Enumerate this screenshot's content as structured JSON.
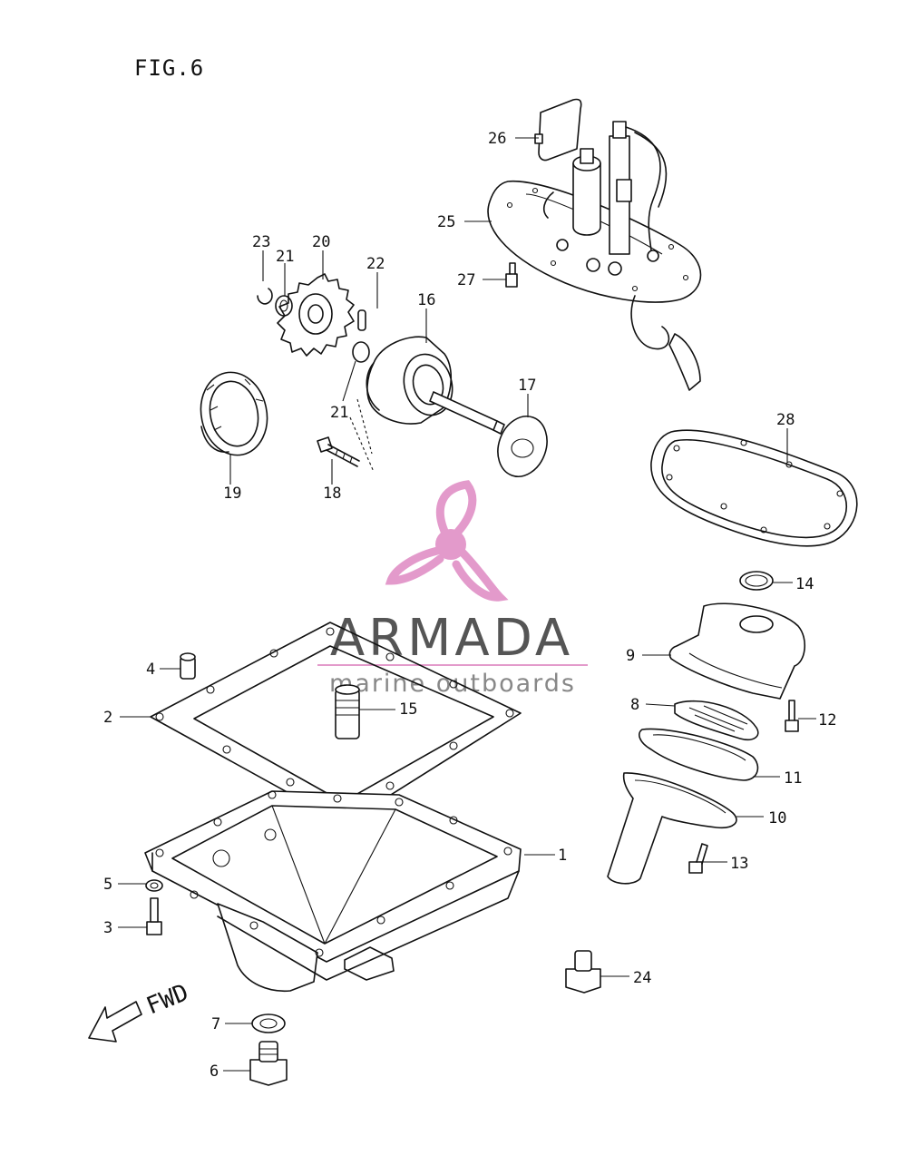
{
  "figure": {
    "title": "FIG.6",
    "direction_label": "FWD"
  },
  "watermark": {
    "brand": "ARMADA",
    "tagline": "marine outboards",
    "logo_icon": "propeller-icon",
    "logo_color": "#e39acb",
    "line_color": "#e39acb"
  },
  "callouts": [
    {
      "id": "1",
      "label": "1"
    },
    {
      "id": "2",
      "label": "2"
    },
    {
      "id": "3",
      "label": "3"
    },
    {
      "id": "4",
      "label": "4"
    },
    {
      "id": "5",
      "label": "5"
    },
    {
      "id": "6",
      "label": "6"
    },
    {
      "id": "7",
      "label": "7"
    },
    {
      "id": "8",
      "label": "8"
    },
    {
      "id": "9",
      "label": "9"
    },
    {
      "id": "10",
      "label": "10"
    },
    {
      "id": "11",
      "label": "11"
    },
    {
      "id": "12",
      "label": "12"
    },
    {
      "id": "13",
      "label": "13"
    },
    {
      "id": "14",
      "label": "14"
    },
    {
      "id": "15",
      "label": "15"
    },
    {
      "id": "16",
      "label": "16"
    },
    {
      "id": "17",
      "label": "17"
    },
    {
      "id": "18",
      "label": "18"
    },
    {
      "id": "19",
      "label": "19"
    },
    {
      "id": "20",
      "label": "20"
    },
    {
      "id": "21a",
      "label": "21"
    },
    {
      "id": "21b",
      "label": "21"
    },
    {
      "id": "22",
      "label": "22"
    },
    {
      "id": "23",
      "label": "23"
    },
    {
      "id": "24",
      "label": "24"
    },
    {
      "id": "25",
      "label": "25"
    },
    {
      "id": "26",
      "label": "26"
    },
    {
      "id": "27",
      "label": "27"
    },
    {
      "id": "28",
      "label": "28"
    }
  ]
}
